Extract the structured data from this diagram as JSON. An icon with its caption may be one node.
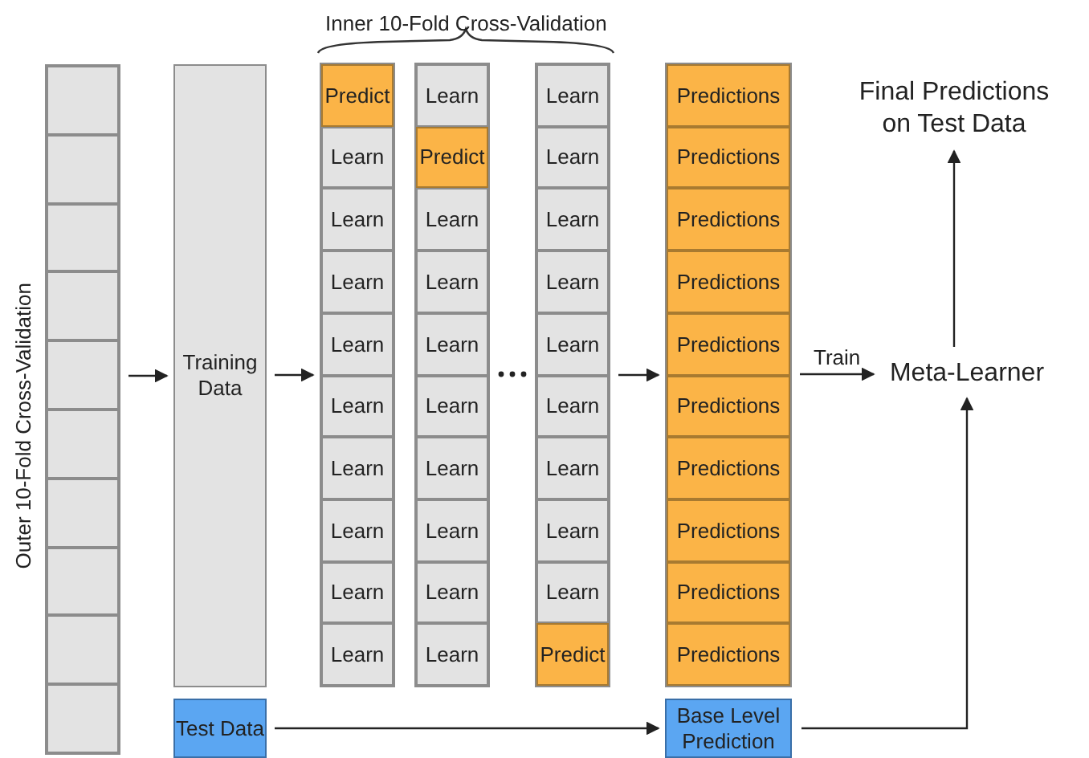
{
  "diagram": {
    "nodes": [
      {
        "text": [],
        "shape": "box",
        "beside": [
          "Outer 10-Fold Cross-Validation"
        ]
      },
      {
        "text": [],
        "shape": "box",
        "in": 0
      },
      {
        "text": [],
        "shape": "box",
        "in": 0
      },
      {
        "text": [],
        "shape": "box",
        "in": 0
      },
      {
        "text": [],
        "shape": "box",
        "in": 0
      },
      {
        "text": [],
        "shape": "box",
        "in": 0
      },
      {
        "text": [],
        "shape": "box",
        "in": 0
      },
      {
        "text": [],
        "shape": "box",
        "in": 0
      },
      {
        "text": [],
        "shape": "box",
        "in": 0
      },
      {
        "text": [],
        "shape": "box",
        "in": 0
      },
      {
        "text": [],
        "shape": "box",
        "in": 0
      },
      {
        "text": [
          "Training Data"
        ]
      },
      {
        "text": [
          "Test Data"
        ]
      },
      {
        "text": [],
        "shape": "box"
      },
      {
        "text": [
          "Predict"
        ],
        "in": 13
      },
      {
        "text": [
          "Learn"
        ],
        "in": 13
      },
      {
        "text": [
          "Learn"
        ],
        "in": 13
      },
      {
        "text": [
          "Learn"
        ],
        "in": 13
      },
      {
        "text": [
          "Learn"
        ],
        "in": 13
      },
      {
        "text": [
          "Learn"
        ],
        "in": 13
      },
      {
        "text": [
          "Learn"
        ],
        "in": 13
      },
      {
        "text": [
          "Learn"
        ],
        "in": 13
      },
      {
        "text": [
          "Learn"
        ],
        "in": 13
      },
      {
        "text": [
          "Learn"
        ],
        "in": 13
      },
      {
        "text": [],
        "shape": "box"
      },
      {
        "text": [
          "Learn"
        ],
        "in": 24
      },
      {
        "text": [
          "Predict"
        ],
        "in": 24
      },
      {
        "text": [
          "Learn"
        ],
        "in": 24
      },
      {
        "text": [
          "Learn"
        ],
        "in": 24
      },
      {
        "text": [
          "Learn"
        ],
        "in": 24
      },
      {
        "text": [
          "Learn"
        ],
        "in": 24
      },
      {
        "text": [
          "Learn"
        ],
        "in": 24
      },
      {
        "text": [
          "Learn"
        ],
        "in": 24
      },
      {
        "text": [
          "Learn"
        ],
        "in": 24
      },
      {
        "text": [
          "Learn"
        ],
        "in": 24
      },
      {
        "text": [],
        "shape": "box"
      },
      {
        "text": [
          "Learn"
        ],
        "in": 35
      },
      {
        "text": [
          "Learn"
        ],
        "in": 35
      },
      {
        "text": [
          "Learn"
        ],
        "in": 35
      },
      {
        "text": [
          "Learn"
        ],
        "in": 35
      },
      {
        "text": [
          "Learn"
        ],
        "in": 35
      },
      {
        "text": [
          "Learn"
        ],
        "in": 35
      },
      {
        "text": [
          "Learn"
        ],
        "in": 35
      },
      {
        "text": [
          "Learn"
        ],
        "in": 35
      },
      {
        "text": [
          "Learn"
        ],
        "in": 35
      },
      {
        "text": [
          "Predict"
        ],
        "in": 35
      },
      {
        "text": [],
        "shape": "box"
      },
      {
        "text": [
          "Predictions"
        ],
        "in": 46
      },
      {
        "text": [
          "Predictions"
        ],
        "in": 46
      },
      {
        "text": [
          "Predictions"
        ],
        "in": 46
      },
      {
        "text": [
          "Predictions"
        ],
        "in": 46
      },
      {
        "text": [
          "Predictions"
        ],
        "in": 46
      },
      {
        "text": [
          "Predictions"
        ],
        "in": 46
      },
      {
        "text": [
          "Predictions"
        ],
        "in": 46
      },
      {
        "text": [
          "Predictions"
        ],
        "in": 46
      },
      {
        "text": [
          "Predictions"
        ],
        "in": 46
      },
      {
        "text": [
          "Predictions"
        ],
        "in": 46
      },
      {
        "text": [
          "Base Level Prediction"
        ]
      },
      {
        "text": [
          "Meta-Learner"
        ]
      },
      {
        "text": [
          "Final Predictions on Test Data"
        ]
      }
    ],
    "edges": [
      {
        "from": 0,
        "to": 11,
        "arrow": "to"
      },
      {
        "from": 11,
        "to": 13,
        "arrow": "to"
      },
      {
        "from": 35,
        "to": 46,
        "arrow": "to"
      },
      {
        "from": 46,
        "to": 58,
        "arrow": "to",
        "label": "Train"
      },
      {
        "from": 12,
        "to": 57,
        "arrow": "to"
      },
      {
        "from": 57,
        "to": 58,
        "arrow": "to"
      },
      {
        "from": 58,
        "to": 59,
        "arrow": "to"
      }
    ],
    "labels": [
      "Inner 10-Fold Cross-Validation"
    ]
  }
}
